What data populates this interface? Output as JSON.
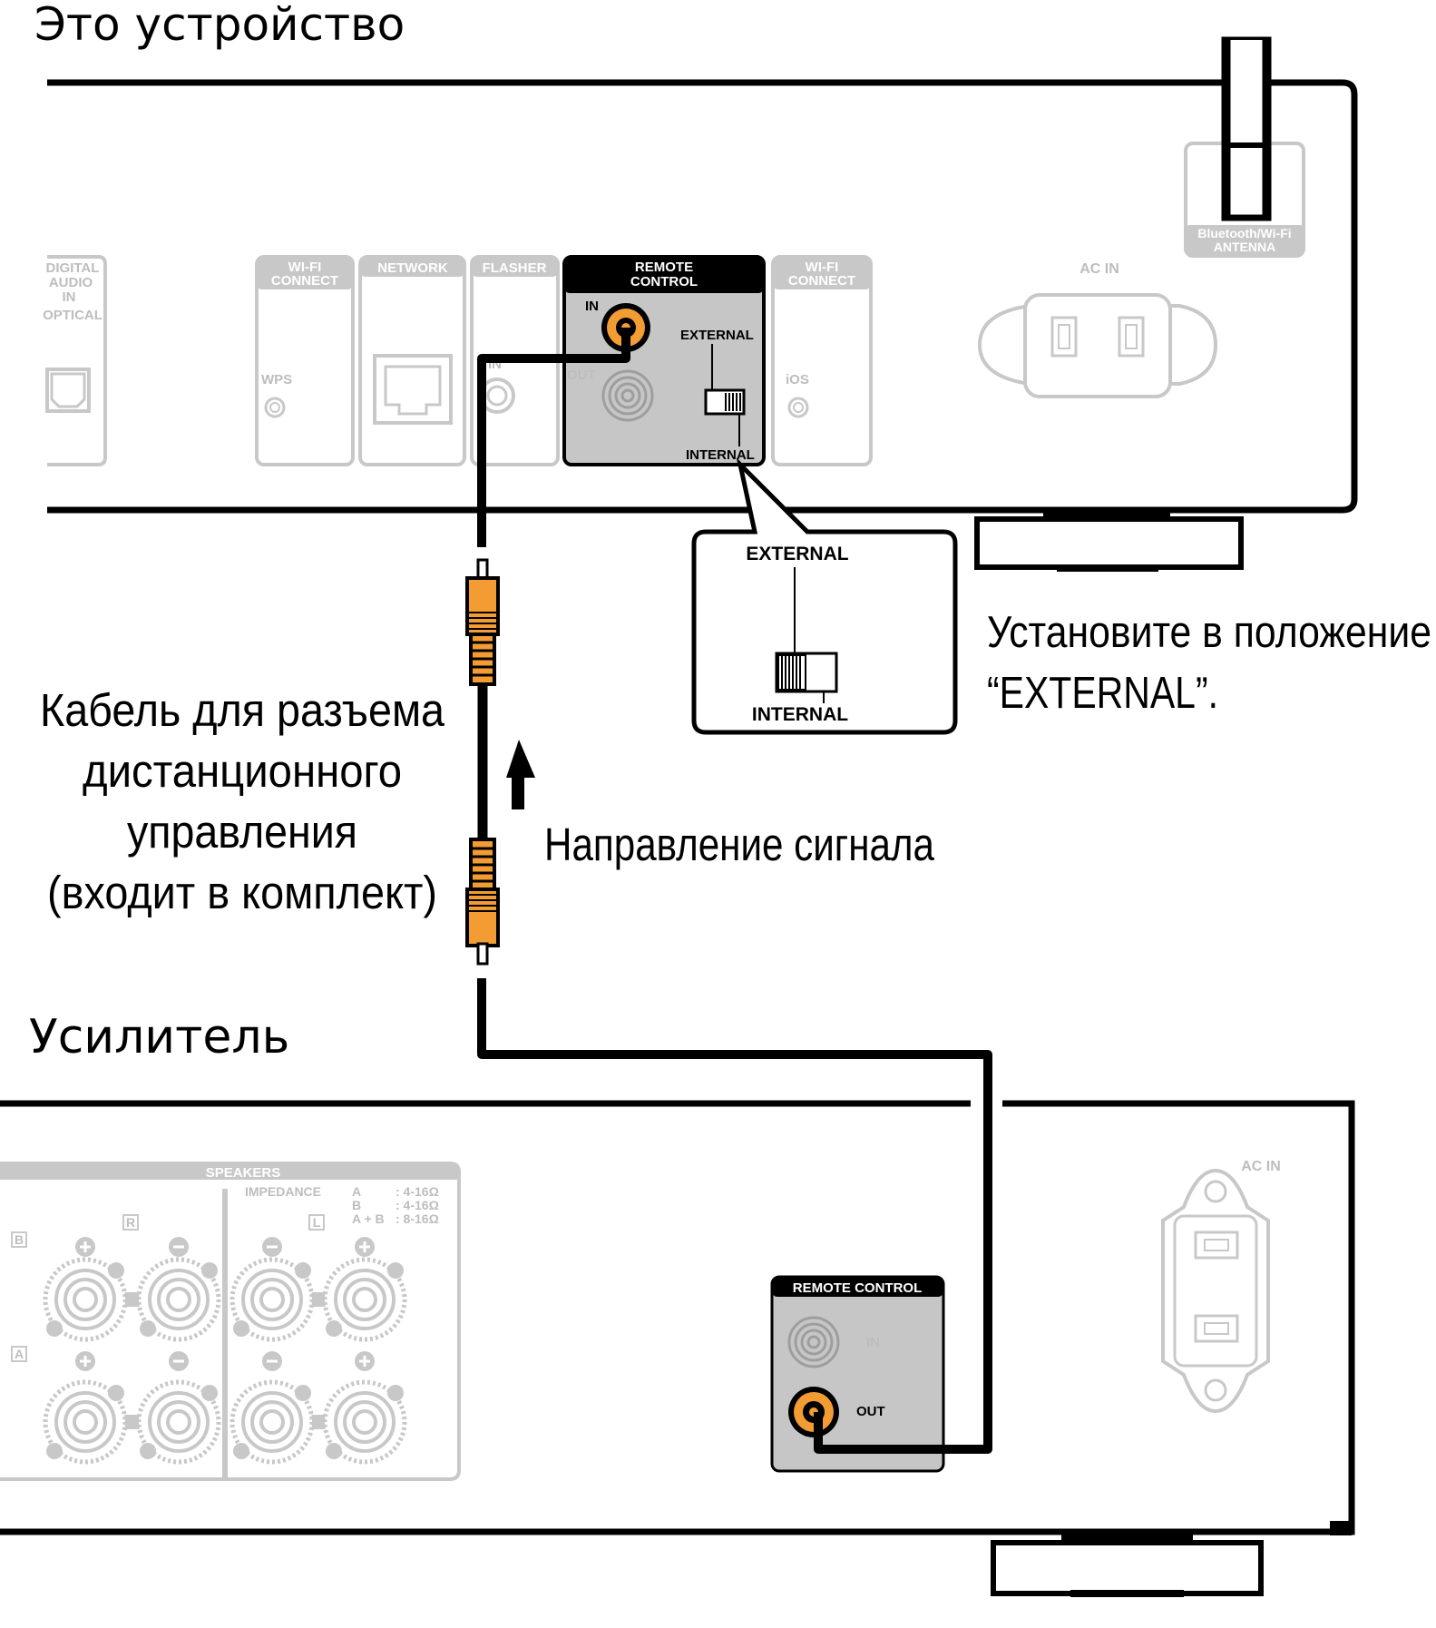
{
  "titles": {
    "device": "Это устройство",
    "amplifier": "Усилитель"
  },
  "callouts": {
    "cable_lines": [
      "Кабель для разъема",
      "дистанционного",
      "управления",
      "(входит в комплект)"
    ],
    "signal_direction": "Направление сигнала",
    "set_position_lines": [
      "Установите в положение",
      "“EXTERNAL”."
    ]
  },
  "device_panel": {
    "digital_audio_lines": [
      "DIGITAL",
      "AUDIO",
      "IN",
      "OPTICAL"
    ],
    "wifi_connect_left_lines": [
      "WI-FI",
      "CONNECT"
    ],
    "wps": "WPS",
    "network": "NETWORK",
    "flasher": "FLASHER",
    "flasher_in": "IN",
    "remote_control_lines": [
      "REMOTE",
      "CONTROL"
    ],
    "rc_in": "IN",
    "rc_out": "OUT",
    "external": "EXTERNAL",
    "internal": "INTERNAL",
    "wifi_connect_right_lines": [
      "WI-FI",
      "CONNECT"
    ],
    "ios": "iOS",
    "antenna_lines": [
      "Bluetooth/Wi-Fi",
      "ANTENNA"
    ],
    "ac_in": "AC IN"
  },
  "switch_zoom": {
    "external": "EXTERNAL",
    "internal": "INTERNAL"
  },
  "amp_panel": {
    "speakers": "SPEAKERS",
    "impedance": "IMPEDANCE",
    "imp_a": "A",
    "imp_b": "B",
    "imp_ab": "A + B",
    "imp_a_val": ": 4-16Ω",
    "imp_b_val": ": 4-16Ω",
    "imp_ab_val": ": 8-16Ω",
    "ch_r": "R",
    "ch_l": "L",
    "bank_b": "B",
    "bank_a": "A",
    "remote_control": "REMOTE CONTROL",
    "rc_in": "IN",
    "rc_out": "OUT",
    "ac_in": "AC IN"
  },
  "colors": {
    "line": "#000000",
    "faded": "#bdbdbd",
    "connector_orange": "#f39c34",
    "panel_fill": "#c6c6c6",
    "background": "#ffffff"
  }
}
